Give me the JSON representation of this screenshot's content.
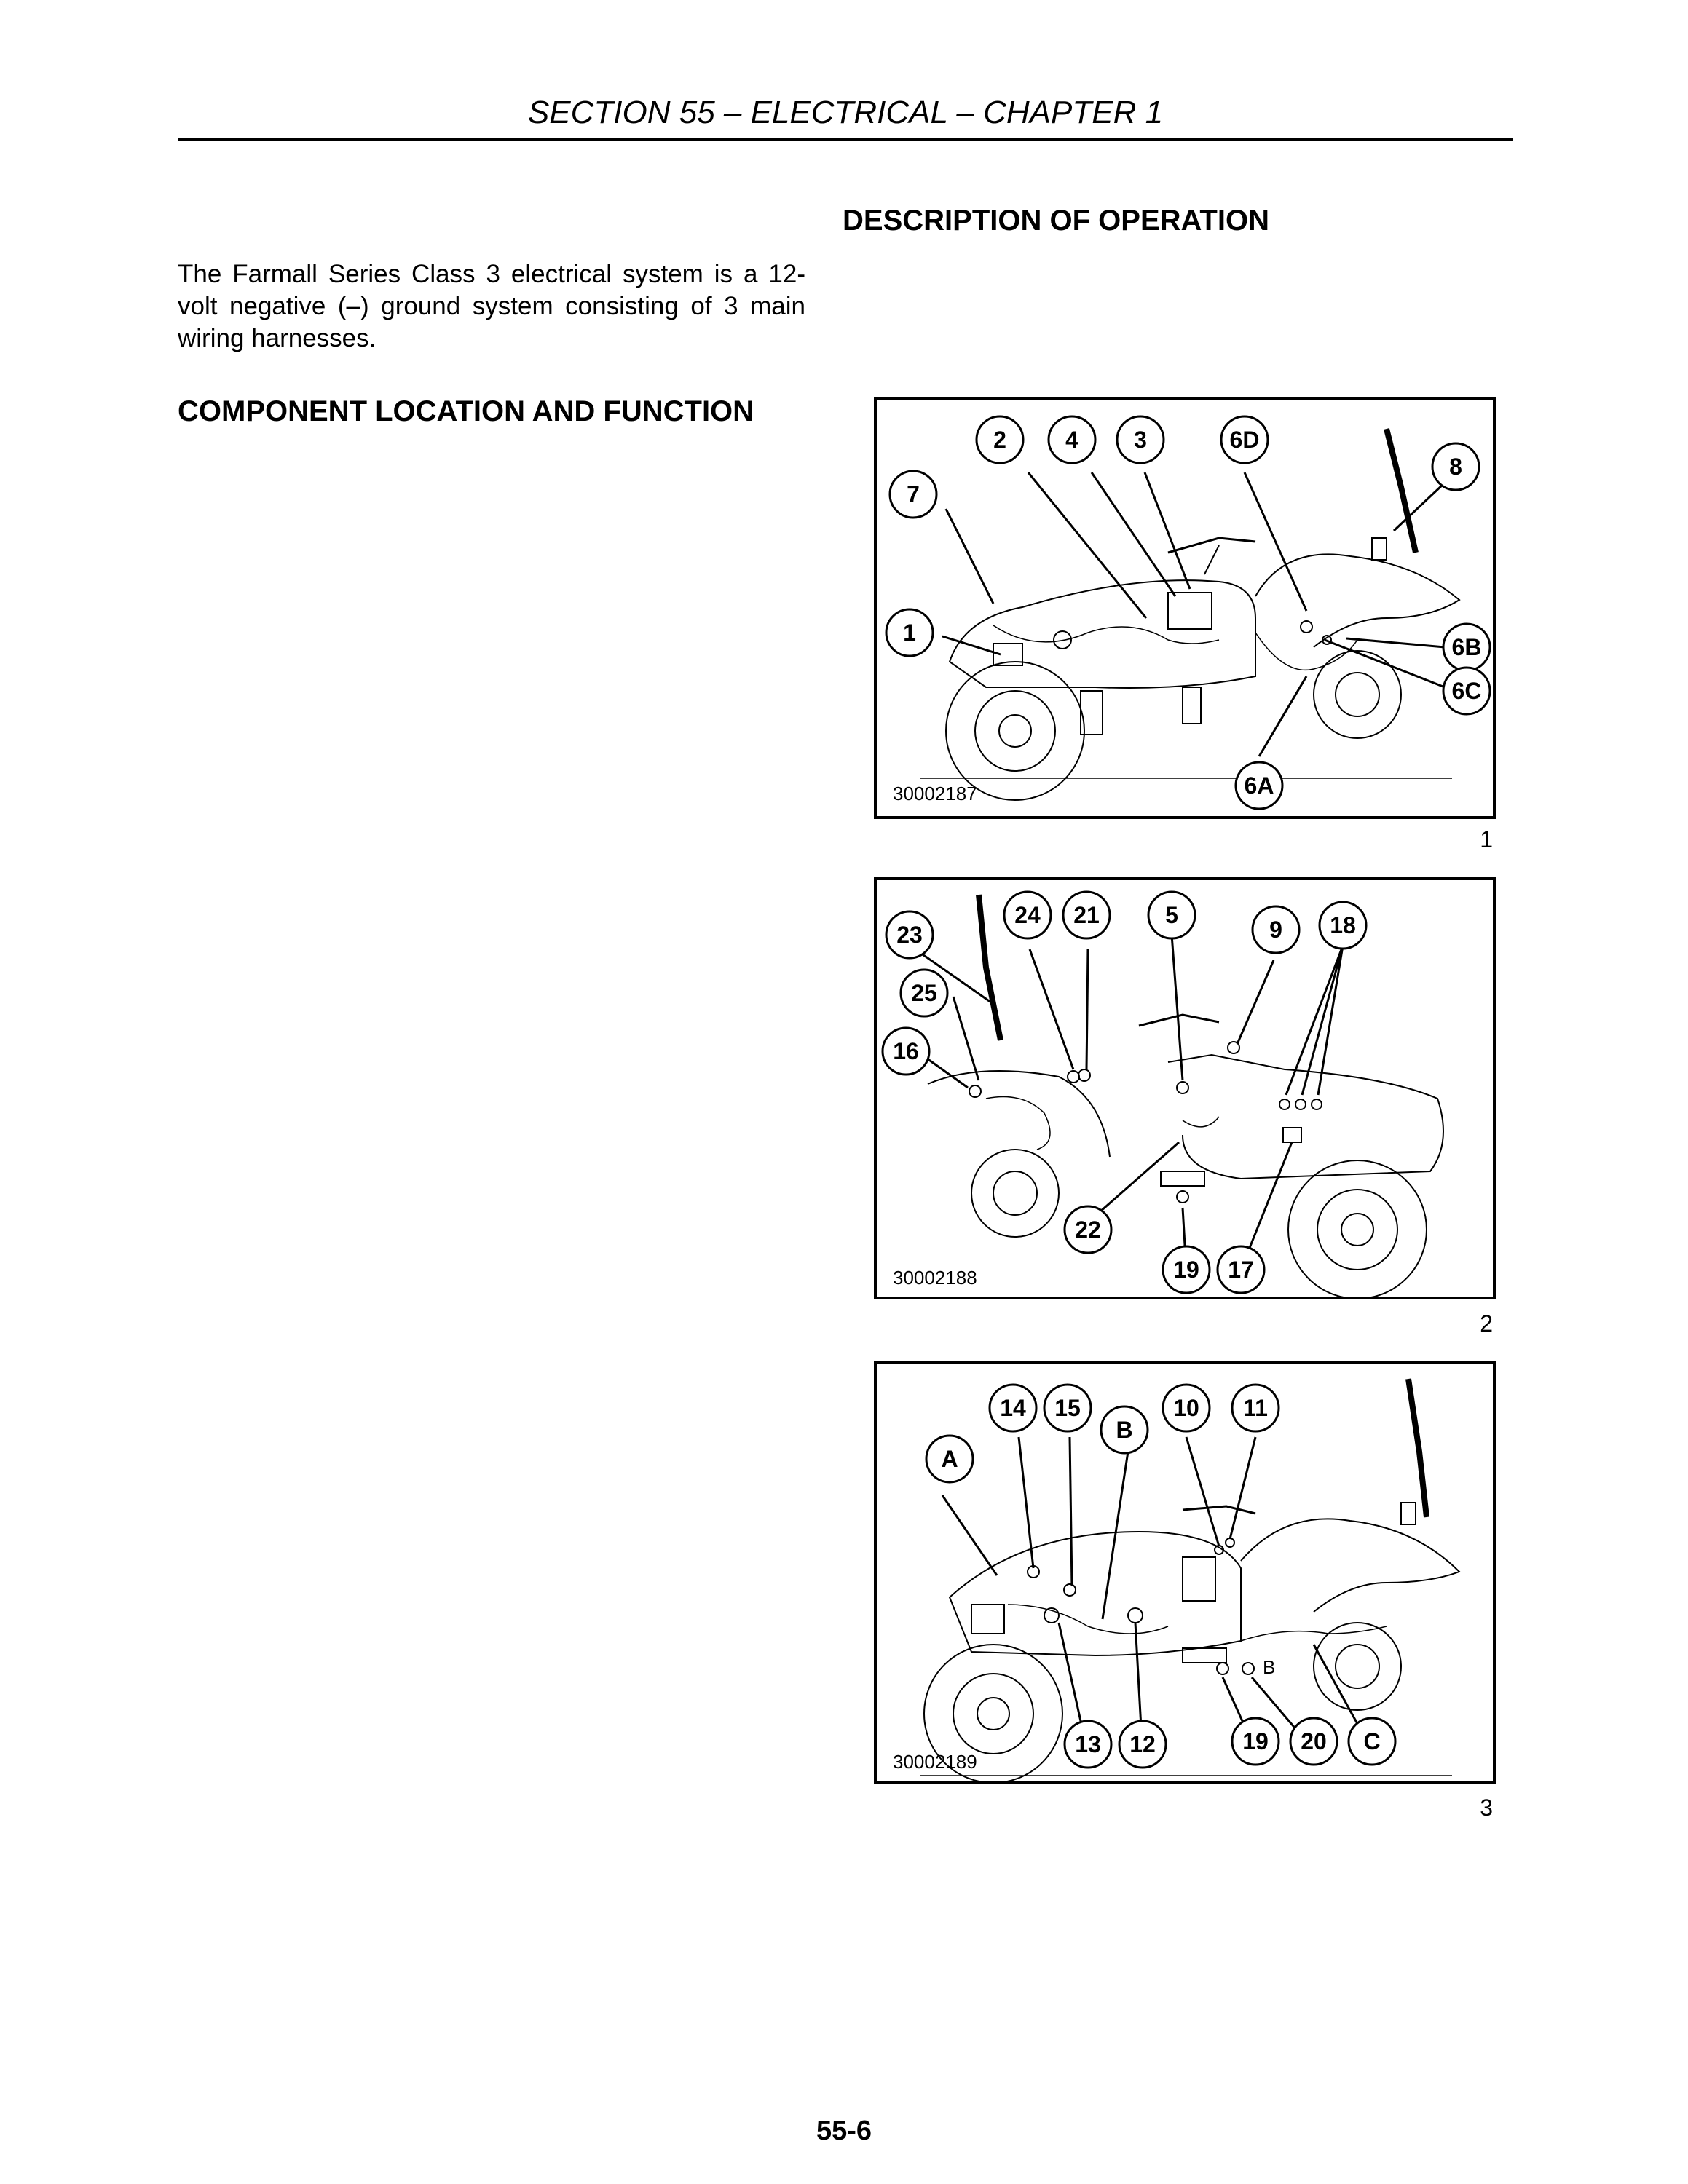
{
  "header": {
    "title": "SECTION 55 – ELECTRICAL – CHAPTER 1"
  },
  "description": {
    "heading": "DESCRIPTION OF OPERATION",
    "text": "The Farmall Series Class 3 electrical system is a 12-volt negative (–) ground system consisting of 3 main wiring harnesses."
  },
  "component": {
    "heading": "COMPONENT LOCATION AND FUNCTION"
  },
  "figures": [
    {
      "number": "1",
      "code": "30002187",
      "callouts": [
        "2",
        "4",
        "3",
        "6D",
        "8",
        "7",
        "1",
        "6B",
        "6C",
        "6A"
      ]
    },
    {
      "number": "2",
      "code": "30002188",
      "callouts": [
        "23",
        "24",
        "21",
        "5",
        "9",
        "18",
        "25",
        "16",
        "22",
        "19",
        "17"
      ]
    },
    {
      "number": "3",
      "code": "30002189",
      "callouts": [
        "14",
        "15",
        "B",
        "10",
        "11",
        "A",
        "13",
        "12",
        "19",
        "20",
        "C"
      ]
    }
  ],
  "figure3_inline_label": "B",
  "footer": {
    "page": "55-6"
  }
}
